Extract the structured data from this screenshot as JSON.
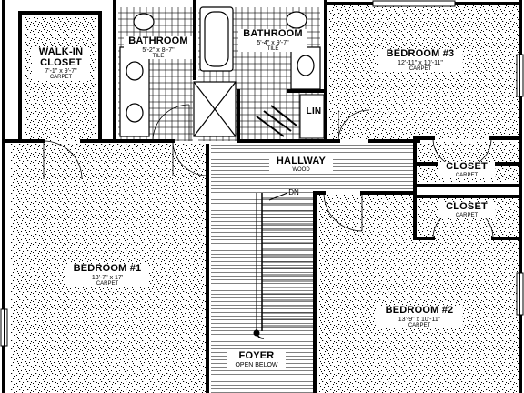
{
  "plan": {
    "rooms": {
      "walk_in_closet": {
        "name_line1": "WALK-IN",
        "name_line2": "CLOSET",
        "dims": "7'-1\" x 9'-7\"",
        "finish": "CARPET"
      },
      "bathroom_left": {
        "name": "BATHROOM",
        "dims": "5'-2\" x 8'-7\"",
        "finish": "TILE"
      },
      "bathroom_mid": {
        "name": "BATHROOM",
        "dims": "5'-4\" x 9'-7\"",
        "finish": "TILE"
      },
      "bedroom_3": {
        "name": "BEDROOM #3",
        "dims": "12'-11\" x 10'-11\"",
        "finish": "CARPET"
      },
      "linen": {
        "name": "LIN"
      },
      "hallway": {
        "name": "HALLWAY",
        "finish": "WOOD"
      },
      "closet_upper": {
        "name": "CLOSET",
        "finish": "CARPET"
      },
      "closet_lower": {
        "name": "CLOSET",
        "finish": "CARPET"
      },
      "bedroom_1": {
        "name": "BEDROOM #1",
        "dims": "13'-7\" x 17'",
        "finish": "CARPET"
      },
      "bedroom_2": {
        "name": "BEDROOM #2",
        "dims": "13'-9\" x 10'-11\"",
        "finish": "CARPET"
      },
      "foyer": {
        "name": "FOYER",
        "note": "OPEN BELOW"
      }
    },
    "stair_label": "DN"
  }
}
